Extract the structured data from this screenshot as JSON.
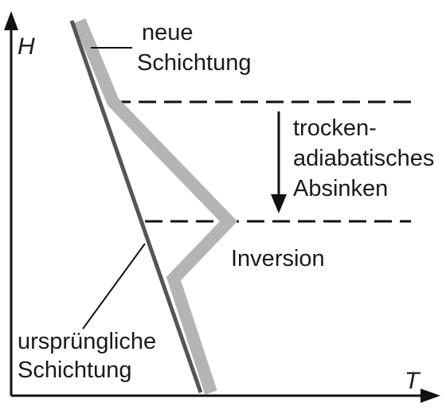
{
  "axes": {
    "y_label": "H",
    "x_label": "T"
  },
  "labels": {
    "new_layering_line1": "neue",
    "new_layering_line2": "Schichtung",
    "descent_line1": "trocken-",
    "descent_line2": "adiabatisches",
    "descent_line3": "Absinken",
    "inversion": "Inversion",
    "original_layering_line1": "ursprüngliche",
    "original_layering_line2": "Schichtung"
  },
  "colors": {
    "new_layering": "#b4b4b4",
    "original_layering": "#555555",
    "axes": "#111111",
    "text": "#1a1a1a"
  }
}
